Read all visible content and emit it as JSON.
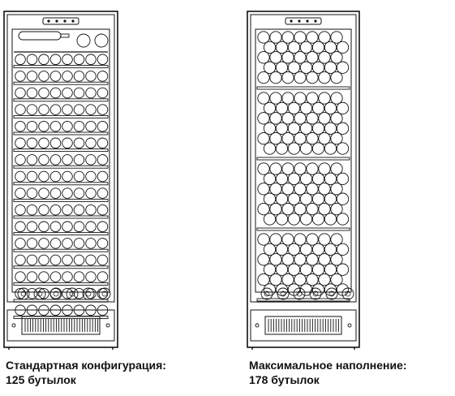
{
  "diagram": {
    "cabinets": [
      {
        "id": "standard",
        "caption_line1": "Стандартная конфигурация:",
        "caption_line2": "125 бутылок",
        "layout": "shelves"
      },
      {
        "id": "maximum",
        "caption_line1": "Максимальное наполнение:",
        "caption_line2": "178 бутылок",
        "layout": "stacked"
      }
    ]
  }
}
